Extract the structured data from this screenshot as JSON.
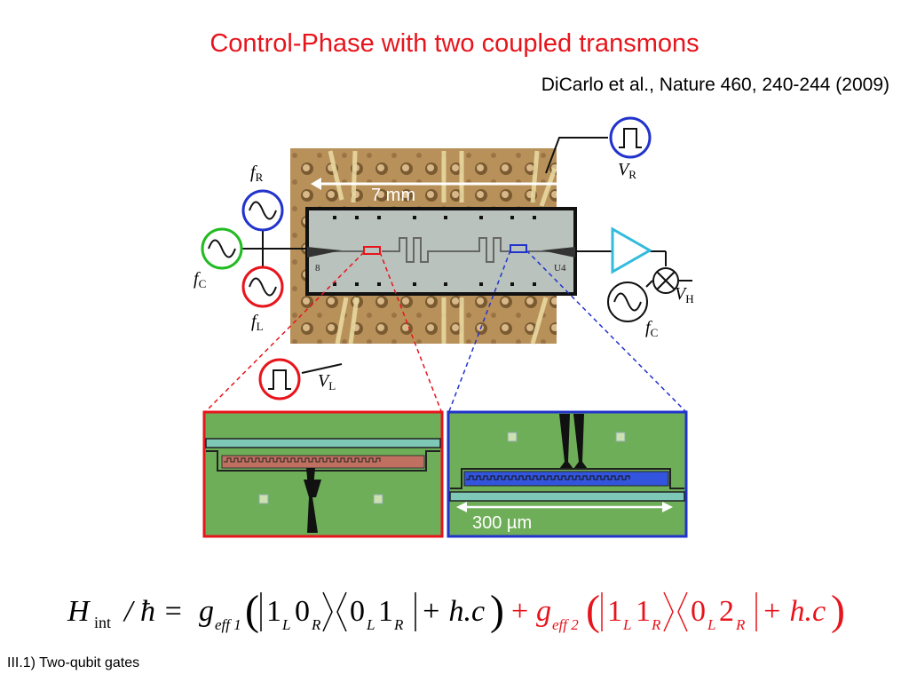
{
  "slide": {
    "title": "Control-Phase with two coupled transmons",
    "citation": "DiCarlo et al., Nature 460, 240-244 (2009)",
    "footer": "III.1) Two-qubit gates"
  },
  "figure": {
    "scale_top": "7 mm",
    "scale_bottom": "300 µm",
    "labels": {
      "fR": "f",
      "fR_sub": "R",
      "fC": "f",
      "fC_sub": "C",
      "fL": "f",
      "fL_sub": "L",
      "VR": "V",
      "VR_sub": "R",
      "VL": "V",
      "VL_sub": "L",
      "VH": "V",
      "VH_sub": "H",
      "fC2": "f",
      "fC2_sub": "C"
    },
    "chip_marks": {
      "left": "8",
      "right": "U4"
    },
    "colors": {
      "red": "#e8141c",
      "blue": "#2233cc",
      "green": "#22bb22",
      "cyan": "#33bbdd",
      "chip_bg": "#b8c0bc",
      "pcb": "#b08850",
      "zoom_green": "#6fae58"
    }
  },
  "equation": {
    "H": "H",
    "int": "int",
    "slash_hbar": "/ ħ =",
    "g1": "g",
    "eff1": "eff 1",
    "ket1": "1",
    "ket1_sub": "L",
    "ket2": "0",
    "ket2_sub": "R",
    "bra1": "0",
    "bra1_sub": "L",
    "bra2": "1",
    "bra2_sub": "R",
    "hc1": "+ h.c",
    "plus": "+",
    "g2": "g",
    "eff2": "eff 2",
    "ket3": "1",
    "ket3_sub": "L",
    "ket4": "1",
    "ket4_sub": "R",
    "bra3": "0",
    "bra3_sub": "L",
    "bra4": "2",
    "bra4_sub": "R",
    "hc2": "+ h.c"
  }
}
